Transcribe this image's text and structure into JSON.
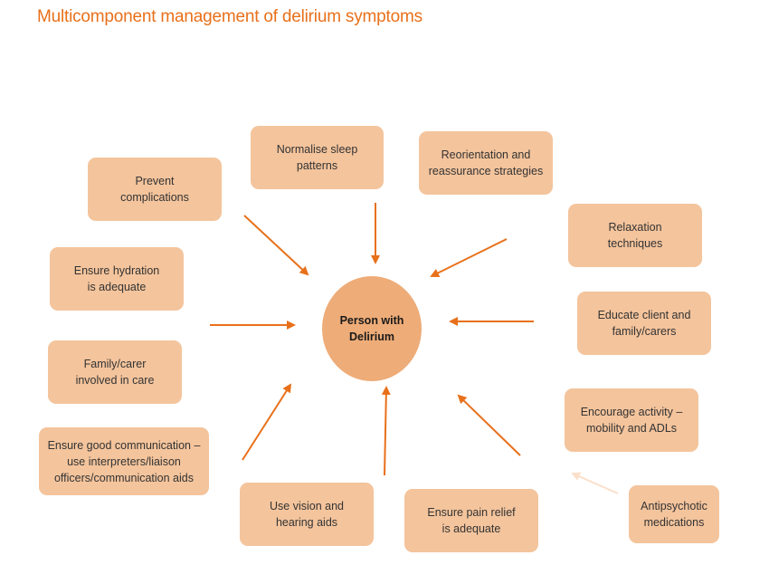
{
  "title": "Multicomponent management of delirium symptoms",
  "center": "Person with\nDelirium",
  "boxes": {
    "prevent_complications": "Prevent\ncomplications",
    "normalise_sleep": "Normalise sleep\npatterns",
    "reorientation": "Reorientation and\nreassurance strategies",
    "relaxation": "Relaxation\ntechniques",
    "ensure_hydration": "Ensure hydration\nis adequate",
    "educate": "Educate client and\nfamily/carers",
    "family_carer": "Family/carer\ninvolved in care",
    "encourage_activity": "Encourage activity –\nmobility and ADLs",
    "good_communication": "Ensure good communication –\nuse interpreters/liaison\nofficers/communication aids",
    "antipsychotic": "Antipsychotic\nmedications",
    "vision_hearing": "Use vision and\nhearing aids",
    "pain_relief": "Ensure pain relief\nis adequate"
  },
  "colors": {
    "title": "#e8701a",
    "box_fill": "#f4c49c",
    "center_fill": "#eeac78",
    "arrow": "#e8701a",
    "arrow_faded": "#fbe0cc"
  }
}
